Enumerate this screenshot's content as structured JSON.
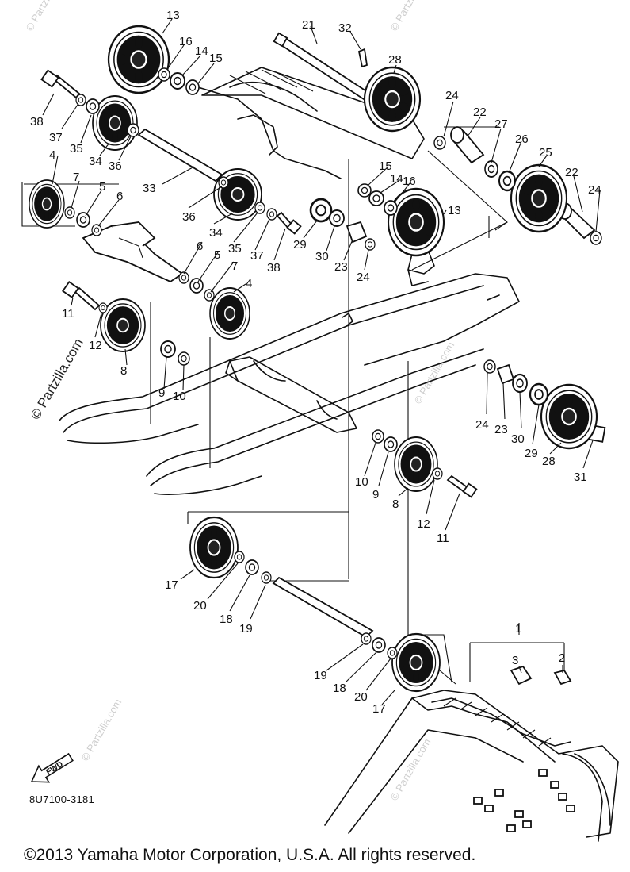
{
  "diagram": {
    "drawing_code": "8U7100-3181",
    "copyright": "©2013 Yamaha Motor Corporation, U.S.A. All rights reserved.",
    "watermark": "© Partzilla.com",
    "fwd_label": "FWD",
    "part_numbers": [
      "13",
      "16",
      "14",
      "15",
      "21",
      "32",
      "28",
      "38",
      "37",
      "35",
      "34",
      "36",
      "24",
      "22",
      "27",
      "26",
      "25",
      "33",
      "15",
      "14",
      "16",
      "13",
      "4",
      "7",
      "5",
      "6",
      "36",
      "34",
      "35",
      "37",
      "38",
      "29",
      "30",
      "23",
      "24",
      "22",
      "24",
      "6",
      "5",
      "7",
      "4",
      "11",
      "12",
      "8",
      "9",
      "10",
      "24",
      "23",
      "30",
      "29",
      "28",
      "31",
      "10",
      "9",
      "8",
      "12",
      "11",
      "17",
      "20",
      "18",
      "19",
      "19",
      "18",
      "20",
      "17",
      "1",
      "3",
      "2"
    ]
  }
}
